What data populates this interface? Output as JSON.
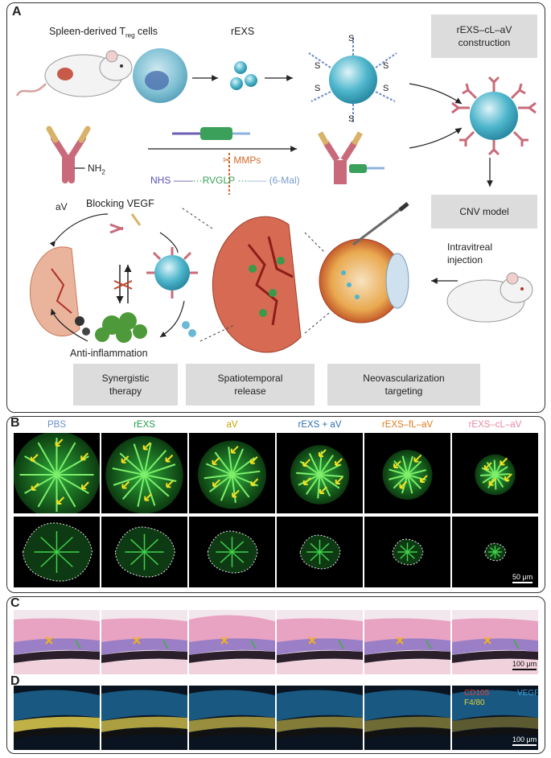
{
  "panel_a": {
    "label": "A",
    "cell_source": "Spleen-derived T",
    "cell_source_sub": "reg",
    "cell_source_tail": " cells",
    "vesicle": "rEXS",
    "antibody": "aV",
    "amine": "NH",
    "amine_sub": "2",
    "linker": {
      "nhs": "NHS",
      "peptide": "RVGLP",
      "mal": "(6-Mal)",
      "enzyme": "MMPs"
    },
    "blocking": "Blocking VEGF",
    "anti_inflammation": "Anti-inflammation",
    "injection": "Intravitreal\ninjection",
    "boxes": {
      "construction": "rEXS–cL–aV\nconstruction",
      "cnv": "CNV model",
      "synergistic": "Synergistic\ntherapy",
      "release": "Spatiotemporal\nrelease",
      "targeting": "Neovascularization\ntargeting"
    },
    "thiol": "S"
  },
  "panel_b": {
    "label": "B",
    "groups": [
      {
        "name": "PBS",
        "color": "#6b8fcf"
      },
      {
        "name": "rEXS",
        "color": "#1e9e4a"
      },
      {
        "name": "aV",
        "color": "#c9a400"
      },
      {
        "name": "rEXS + aV",
        "color": "#2d6fb7"
      },
      {
        "name": "rEXS–fL–aV",
        "color": "#e07b1a"
      },
      {
        "name": "rEXS–cL–aV",
        "color": "#e58aa0"
      }
    ],
    "scale": "50 μm"
  },
  "panel_c": {
    "label": "C",
    "scale": "100 μm"
  },
  "panel_d": {
    "label": "D",
    "scale": "100 μm",
    "stains": [
      {
        "name": "CD105",
        "color": "#e0453a"
      },
      {
        "name": "VEGF",
        "color": "#3aa0e0"
      },
      {
        "name": "F4/80",
        "color": "#e6d23a"
      }
    ]
  }
}
